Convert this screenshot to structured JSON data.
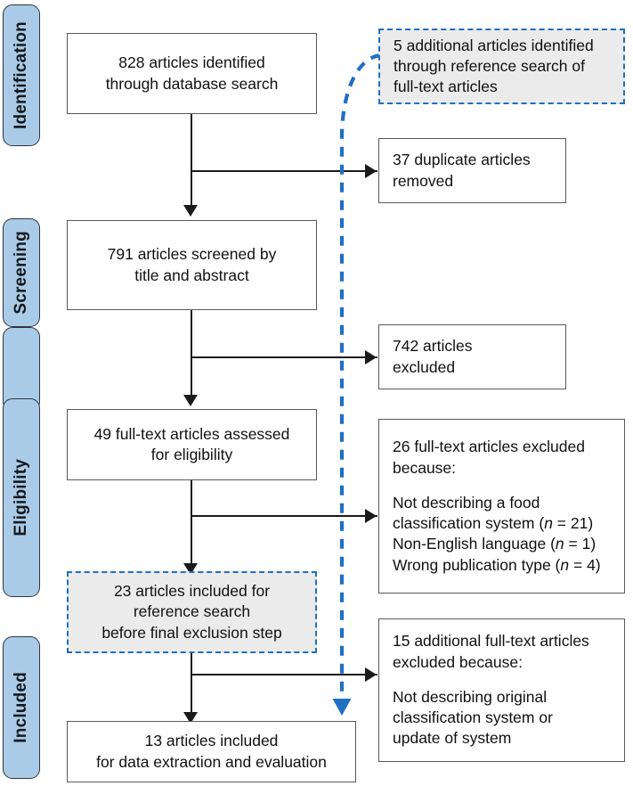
{
  "figure": {
    "type": "prisma-flow-diagram",
    "title": "PRISMA study selection flow",
    "colors": {
      "stage_label_fill": "#a9cbe8",
      "stage_label_border": "#31343a",
      "box_border": "#595959",
      "dashed_box_border": "#1f6fc4",
      "dashed_box_fill": "#ebebeb",
      "connector": "#1a1a1a",
      "reference_path": "#1f6fc4"
    }
  },
  "stages": [
    {
      "id": "identification",
      "label": "Identification"
    },
    {
      "id": "screening",
      "label": "Screening"
    },
    {
      "id": "eligibility",
      "label": "Eligibility"
    },
    {
      "id": "included",
      "label": "Included"
    }
  ],
  "main_flow": [
    {
      "id": "records-identified",
      "line1": "828 articles identified",
      "line2": "through database search",
      "style": "solid"
    },
    {
      "id": "records-screened",
      "line1": "791 articles screened by",
      "line2": "title and abstract",
      "style": "solid"
    },
    {
      "id": "fulltext-assessed",
      "line1": "49 full-text articles assessed",
      "line2": "for eligibility",
      "style": "solid"
    },
    {
      "id": "reference-search-included",
      "line1": "23 articles included for",
      "line2": "reference search",
      "line3": "before final exclusion step",
      "style": "dashed"
    },
    {
      "id": "final-included",
      "line1": "13 articles included",
      "line2": "for data extraction and evaluation",
      "style": "solid"
    }
  ],
  "side_boxes": [
    {
      "id": "additional-articles",
      "style": "dashed",
      "lines": [
        "5 additional articles identified",
        "through reference search of",
        "full-text articles"
      ]
    },
    {
      "id": "duplicates-removed",
      "style": "solid",
      "lines": [
        "37 duplicate articles",
        "removed"
      ]
    },
    {
      "id": "screened-excluded",
      "style": "solid",
      "lines": [
        "742 articles",
        "excluded"
      ]
    },
    {
      "id": "fulltext-excluded",
      "style": "solid",
      "lines": [
        "26 full-text articles excluded",
        "because:",
        "",
        "Not describing a food",
        "classification system (n = 21)",
        "Non-English language (n = 1)",
        "Wrong publication type (n = 4)"
      ],
      "reasons": [
        {
          "text": "Not describing a food classification system",
          "n": 21
        },
        {
          "text": "Non-English language",
          "n": 1
        },
        {
          "text": "Wrong publication type",
          "n": 4
        }
      ]
    },
    {
      "id": "additional-excluded",
      "style": "solid",
      "lines": [
        "15 additional full-text articles",
        "excluded because:",
        "",
        "Not describing original",
        "classification system or",
        "update of system"
      ]
    }
  ],
  "box_text": {
    "additional_articles_l1": "5 additional articles identified",
    "additional_articles_l2": "through reference search of",
    "additional_articles_l3": "full-text articles",
    "duplicates_l1": "37 duplicate articles",
    "duplicates_l2": "removed",
    "screened_excluded_l1": "742 articles",
    "screened_excluded_l2": "excluded",
    "fulltext_excluded_l1": "26 full-text articles excluded",
    "fulltext_excluded_l2": "because:",
    "fulltext_excluded_r1a": "Not describing a food",
    "fulltext_excluded_r1b": "classification system (",
    "fulltext_excluded_r1n": "n",
    "fulltext_excluded_r1c": " = 21)",
    "fulltext_excluded_r2a": "Non-English language (",
    "fulltext_excluded_r2n": "n",
    "fulltext_excluded_r2c": " = 1)",
    "fulltext_excluded_r3a": "Wrong publication type (",
    "fulltext_excluded_r3n": "n",
    "fulltext_excluded_r3c": " = 4)",
    "additional_excluded_l1": "15 additional full-text articles",
    "additional_excluded_l2": "excluded because:",
    "additional_excluded_l3": "Not describing original",
    "additional_excluded_l4": "classification system or",
    "additional_excluded_l5": "update of system"
  }
}
